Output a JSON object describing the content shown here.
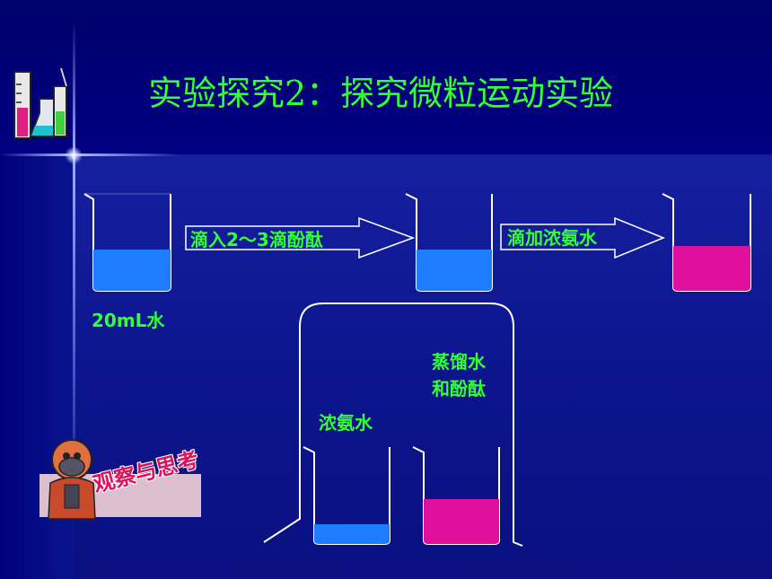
{
  "slide": {
    "title": "实验探究2：探究微粒运动实验"
  },
  "steps": {
    "step1_label": "滴入2～3滴酚酞",
    "step2_label": "滴加浓氨水",
    "water_label": "20mL水"
  },
  "enclosure": {
    "distilled_label_line1": "蒸馏水",
    "distilled_label_line2": "和酚酞",
    "ammonia_label": "浓氨水"
  },
  "badge": {
    "text": "观察与思考"
  },
  "colors": {
    "title": "#33ff33",
    "water": "#1e7dff",
    "pink": "#e0109c"
  }
}
